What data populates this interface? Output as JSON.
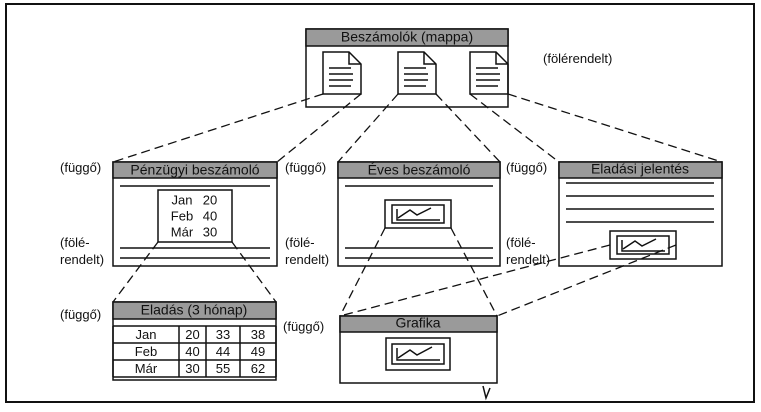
{
  "folder": {
    "title": "Beszámolók (mappa)",
    "role": "(fölérendelt)"
  },
  "reports": {
    "financial": {
      "title": "Pénzügyi beszámoló",
      "role_top": "(függő)",
      "role_bottom": [
        "(fölé-",
        "rendelt)"
      ]
    },
    "annual": {
      "title": "Éves beszámoló",
      "role_top": "(függő)",
      "role_bottom": [
        "(fölé-",
        "rendelt)"
      ]
    },
    "sales": {
      "title": "Eladási jelentés",
      "role_top": "(függő)",
      "role_bottom": [
        "(fölé-",
        "rendelt)"
      ]
    }
  },
  "mini_table": {
    "rows": [
      [
        "Jan",
        "20"
      ],
      [
        "Feb",
        "40"
      ],
      [
        "Már",
        "30"
      ]
    ]
  },
  "sales_table": {
    "title": "Eladás (3 hónap)",
    "role": "(függő)",
    "rows": [
      [
        "Jan",
        "20",
        "33",
        "38"
      ],
      [
        "Feb",
        "40",
        "44",
        "49"
      ],
      [
        "Már",
        "30",
        "55",
        "62"
      ]
    ]
  },
  "chart_window": {
    "title": "Grafika",
    "role": "(függő)"
  },
  "icons": {
    "document": "document-icon",
    "chart": "line-chart-icon"
  }
}
